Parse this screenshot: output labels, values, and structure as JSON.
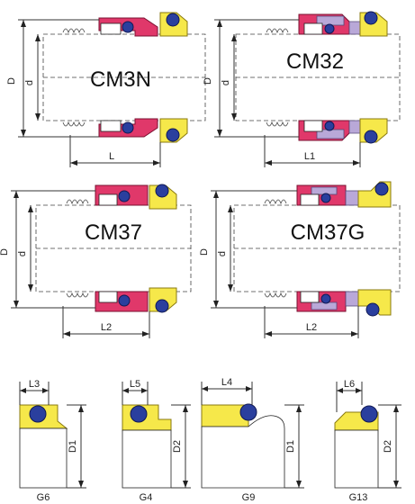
{
  "seals": [
    {
      "name": "CM3N",
      "dim_outer": "D",
      "dim_inner": "d",
      "dim_length": "L"
    },
    {
      "name": "CM32",
      "dim_outer": "D",
      "dim_inner": "d",
      "dim_length": "L1"
    },
    {
      "name": "CM37",
      "dim_outer": "D",
      "dim_inner": "d",
      "dim_length": "L2"
    },
    {
      "name": "CM37G",
      "dim_outer": "D",
      "dim_inner": "d",
      "dim_length": "L2"
    }
  ],
  "seats": [
    {
      "name": "G6",
      "width_label": "L3",
      "height_label": "D1"
    },
    {
      "name": "G4",
      "width_label": "L5",
      "height_label": "D2"
    },
    {
      "name": "G9",
      "width_label": "L4",
      "height_label": "D1"
    },
    {
      "name": "G13",
      "width_label": "L6",
      "height_label": "D2"
    }
  ],
  "colors": {
    "rubber": "#e0386a",
    "seat": "#f6e84a",
    "oring": "#2a3f9e",
    "metal": "#b9a8d8"
  }
}
